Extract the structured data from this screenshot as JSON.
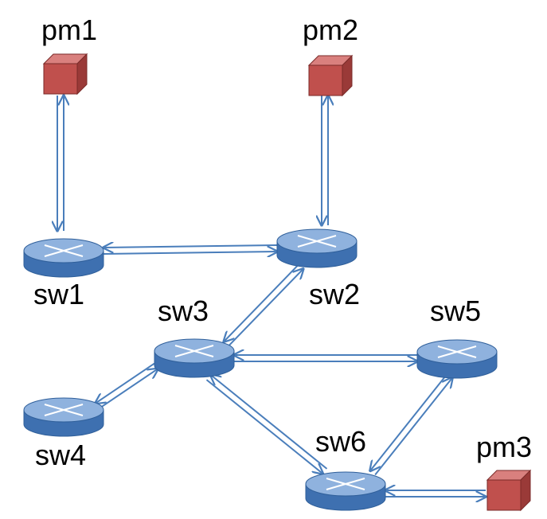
{
  "nodes": {
    "pm1": {
      "label": "pm1",
      "kind": "host"
    },
    "pm2": {
      "label": "pm2",
      "kind": "host"
    },
    "pm3": {
      "label": "pm3",
      "kind": "host"
    },
    "sw1": {
      "label": "sw1",
      "kind": "switch"
    },
    "sw2": {
      "label": "sw2",
      "kind": "switch"
    },
    "sw3": {
      "label": "sw3",
      "kind": "switch"
    },
    "sw4": {
      "label": "sw4",
      "kind": "switch"
    },
    "sw5": {
      "label": "sw5",
      "kind": "switch"
    },
    "sw6": {
      "label": "sw6",
      "kind": "switch"
    }
  },
  "links": [
    {
      "from": "pm1",
      "to": "sw1"
    },
    {
      "from": "pm2",
      "to": "sw2"
    },
    {
      "from": "sw1",
      "to": "sw2"
    },
    {
      "from": "sw2",
      "to": "sw3"
    },
    {
      "from": "sw3",
      "to": "sw5"
    },
    {
      "from": "sw3",
      "to": "sw4"
    },
    {
      "from": "sw3",
      "to": "sw6"
    },
    {
      "from": "sw5",
      "to": "sw6"
    },
    {
      "from": "sw6",
      "to": "pm3"
    }
  ],
  "colors": {
    "link": "#4a7ebb",
    "switch_top": "#8fb2de",
    "switch_side": "#3e70b0",
    "host_front": "#c0504d",
    "host_top": "#d9807e",
    "host_side": "#9a3a38"
  }
}
